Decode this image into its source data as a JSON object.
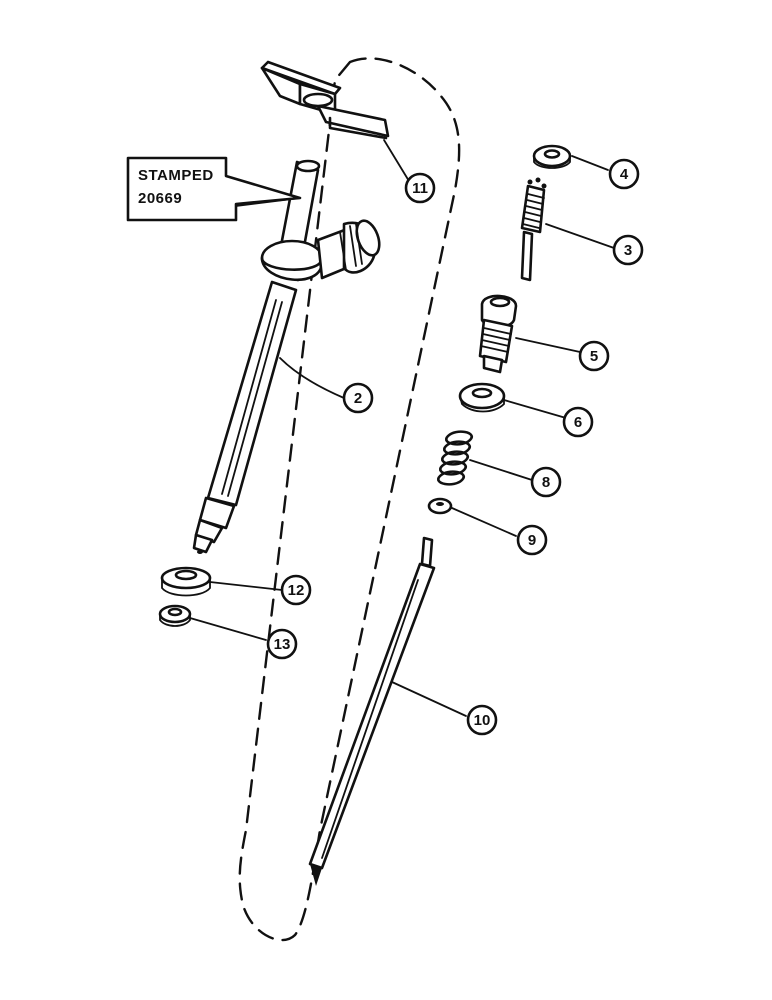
{
  "stamp_label": {
    "line1": "STAMPED",
    "line2": "20669"
  },
  "callouts": [
    {
      "id": "11",
      "part": "clamp-bracket"
    },
    {
      "id": "4",
      "part": "locknut"
    },
    {
      "id": "3",
      "part": "adjusting-screw"
    },
    {
      "id": "2",
      "part": "injector-body"
    },
    {
      "id": "5",
      "part": "spring-cap-nut"
    },
    {
      "id": "6",
      "part": "hex-nut"
    },
    {
      "id": "8",
      "part": "spring"
    },
    {
      "id": "9",
      "part": "spring-seat"
    },
    {
      "id": "12",
      "part": "sealing-washer"
    },
    {
      "id": "13",
      "part": "small-washer"
    },
    {
      "id": "10",
      "part": "spindle"
    }
  ]
}
